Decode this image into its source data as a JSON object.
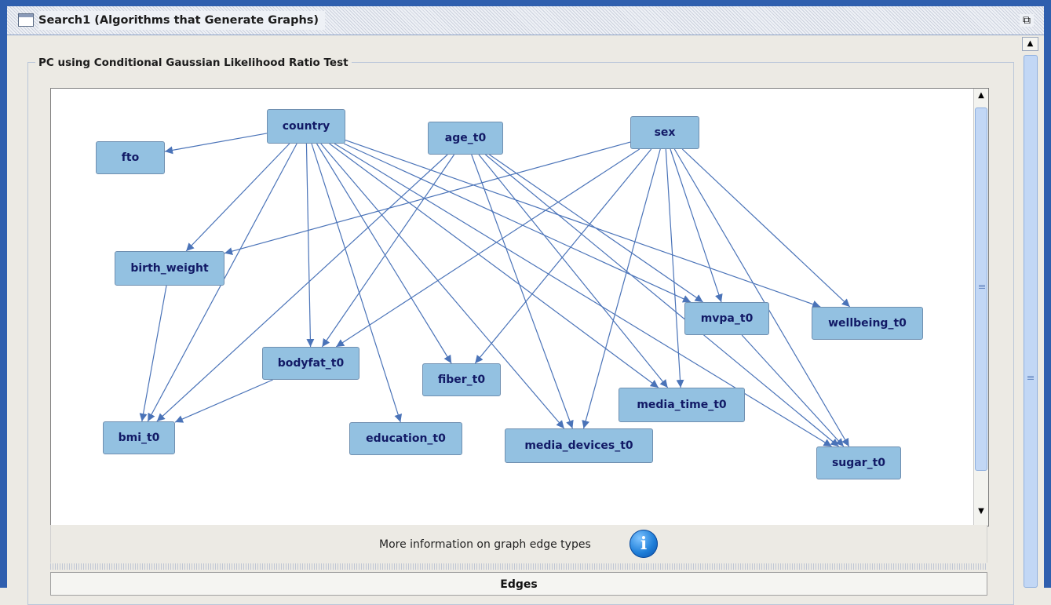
{
  "window": {
    "title": "Search1 (Algorithms that Generate Graphs)",
    "maximize_icon": "maximize-icon"
  },
  "panel": {
    "title": "PC using Conditional Gaussian Likelihood Ratio Test"
  },
  "colors": {
    "node_fill": "#93c1e1",
    "node_text": "#121a66",
    "edge": "#4a73b8"
  },
  "graph": {
    "nodes": [
      {
        "id": "country",
        "label": "country"
      },
      {
        "id": "fto",
        "label": "fto"
      },
      {
        "id": "age_t0",
        "label": "age_t0"
      },
      {
        "id": "sex",
        "label": "sex"
      },
      {
        "id": "birth_weight",
        "label": "birth_weight"
      },
      {
        "id": "mvpa_t0",
        "label": "mvpa_t0"
      },
      {
        "id": "wellbeing_t0",
        "label": "wellbeing_t0"
      },
      {
        "id": "bodyfat_t0",
        "label": "bodyfat_t0"
      },
      {
        "id": "fiber_t0",
        "label": "fiber_t0"
      },
      {
        "id": "media_time_t0",
        "label": "media_time_t0"
      },
      {
        "id": "bmi_t0",
        "label": "bmi_t0"
      },
      {
        "id": "education_t0",
        "label": "education_t0"
      },
      {
        "id": "media_devices_t0",
        "label": "media_devices_t0"
      },
      {
        "id": "sugar_t0",
        "label": "sugar_t0"
      }
    ],
    "edges": [
      {
        "from": "country",
        "to": "fto"
      },
      {
        "from": "country",
        "to": "birth_weight"
      },
      {
        "from": "country",
        "to": "bmi_t0"
      },
      {
        "from": "country",
        "to": "bodyfat_t0"
      },
      {
        "from": "country",
        "to": "education_t0"
      },
      {
        "from": "country",
        "to": "fiber_t0"
      },
      {
        "from": "country",
        "to": "media_devices_t0"
      },
      {
        "from": "country",
        "to": "media_time_t0"
      },
      {
        "from": "country",
        "to": "mvpa_t0"
      },
      {
        "from": "country",
        "to": "wellbeing_t0"
      },
      {
        "from": "country",
        "to": "sugar_t0"
      },
      {
        "from": "age_t0",
        "to": "bmi_t0"
      },
      {
        "from": "age_t0",
        "to": "bodyfat_t0"
      },
      {
        "from": "age_t0",
        "to": "media_devices_t0"
      },
      {
        "from": "age_t0",
        "to": "media_time_t0"
      },
      {
        "from": "age_t0",
        "to": "mvpa_t0"
      },
      {
        "from": "age_t0",
        "to": "sugar_t0"
      },
      {
        "from": "sex",
        "to": "birth_weight"
      },
      {
        "from": "sex",
        "to": "bodyfat_t0"
      },
      {
        "from": "sex",
        "to": "fiber_t0"
      },
      {
        "from": "sex",
        "to": "media_devices_t0"
      },
      {
        "from": "sex",
        "to": "media_time_t0"
      },
      {
        "from": "sex",
        "to": "mvpa_t0"
      },
      {
        "from": "sex",
        "to": "wellbeing_t0"
      },
      {
        "from": "sex",
        "to": "sugar_t0"
      },
      {
        "from": "birth_weight",
        "to": "bmi_t0"
      },
      {
        "from": "bodyfat_t0",
        "to": "bmi_t0"
      },
      {
        "from": "mvpa_t0",
        "to": "sugar_t0"
      }
    ]
  },
  "info": {
    "text": "More information on graph edge types",
    "icon": "info-icon"
  },
  "edges_table": {
    "header": "Edges"
  }
}
